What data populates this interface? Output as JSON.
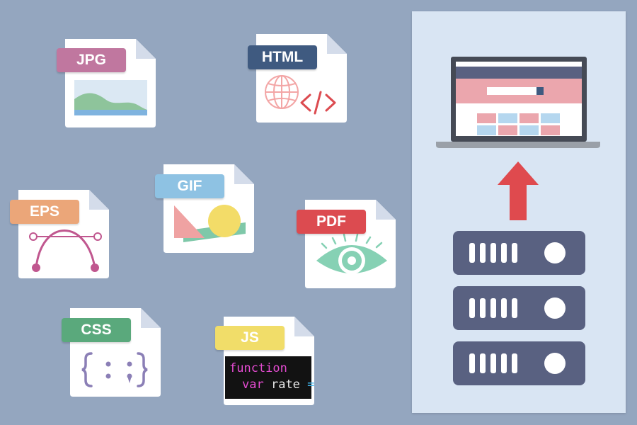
{
  "files": {
    "jpg": {
      "label": "JPG",
      "color": "#c0779f"
    },
    "html": {
      "label": "HTML",
      "color": "#3f5a80"
    },
    "gif": {
      "label": "GIF",
      "color": "#8ec2e3"
    },
    "eps": {
      "label": "EPS",
      "color": "#eba679"
    },
    "pdf": {
      "label": "PDF",
      "color": "#dc4b50"
    },
    "css": {
      "label": "CSS",
      "color": "#5aa97c"
    },
    "js": {
      "label": "JS",
      "color": "#f1dd69",
      "code": {
        "keyword1": "function",
        "keyword2": "var",
        "identifier": "rate",
        "operator": "="
      }
    }
  },
  "server_panel": {
    "icons": [
      "laptop-icon",
      "arrow-up-icon",
      "server-icon"
    ],
    "arrow_color": "#df4a4e",
    "server_color": "#596181"
  }
}
